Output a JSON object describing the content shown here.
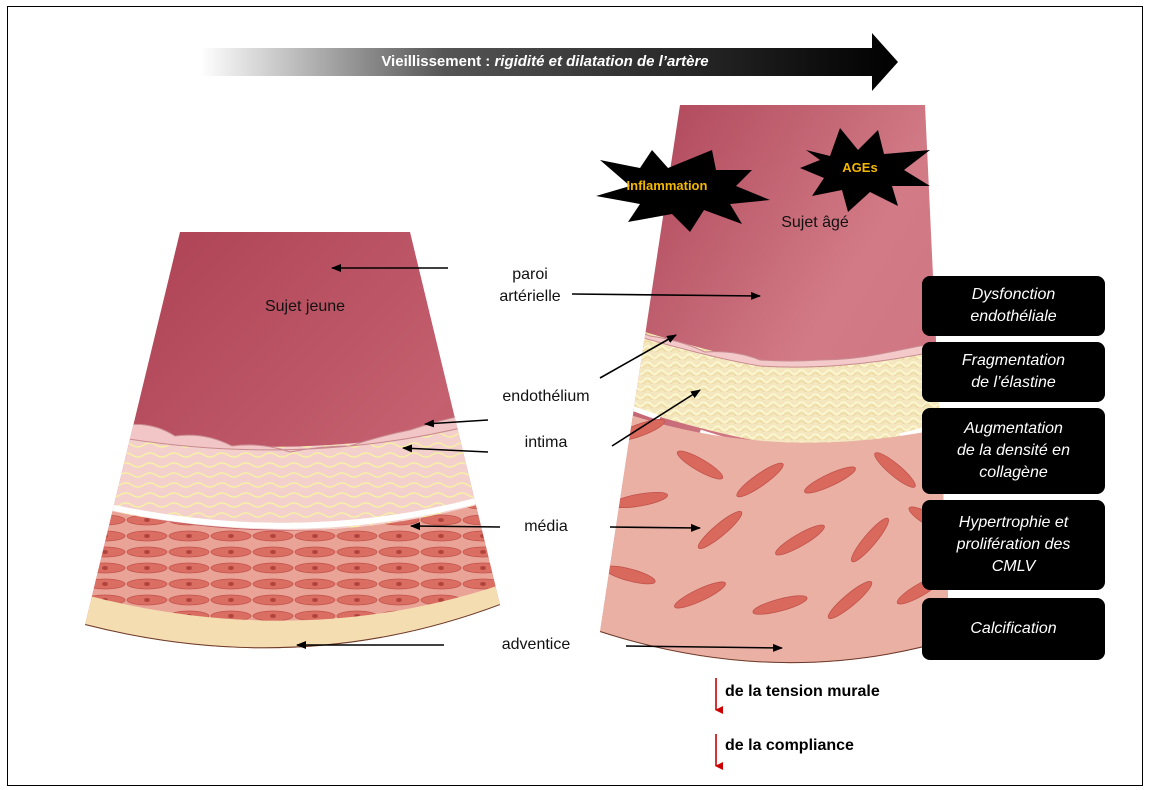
{
  "banner": {
    "prefix": "Vieillissement : ",
    "emphasis": "rigidité et dilatation de l’artère"
  },
  "subjects": {
    "young": "Sujet jeune",
    "old": "Sujet âgé"
  },
  "bursts": {
    "left": "Inflammation",
    "right": "AGEs"
  },
  "layers": {
    "wall_line1": "paroi",
    "wall_line2": "artérielle",
    "endothelium": "endothélium",
    "intima": "intima",
    "media": "média",
    "adventitia": "adventice"
  },
  "changes": {
    "c1_line1": "Dysfonction",
    "c1_line2": "endothéliale",
    "c2_line1": "Fragmentation",
    "c2_line2": "de l’élastine",
    "c3_line1": "Augmentation",
    "c3_line2": "de la densité en",
    "c3_line3": "collagène",
    "c4_line1": "Hypertrophie et",
    "c4_line2": "prolifération des",
    "c4_line3": "CMLV",
    "c5_line1": "Calcification"
  },
  "effects": {
    "e1": "de la tension murale",
    "e2": "de la compliance"
  },
  "colors": {
    "lumen": "#b5495b",
    "intima": "#f0c8c8",
    "media": "#e69a8e",
    "cell": "#d6655c",
    "adventitia": "#f4dcb0",
    "arrow": "#000000",
    "down_arrow": "#cc0000",
    "burst_text": "#f5b800"
  }
}
